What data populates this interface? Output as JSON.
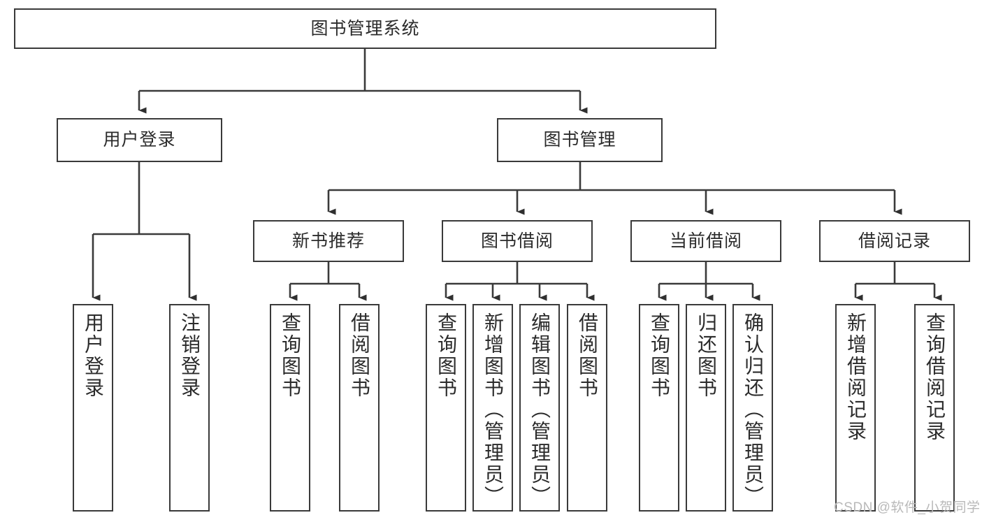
{
  "diagram": {
    "type": "tree-hierarchy-functional-decomposition",
    "root": {
      "id": "root",
      "label": "图书管理系统"
    },
    "level1": [
      {
        "id": "user-login",
        "label": "用户登录"
      },
      {
        "id": "book-manage",
        "label": "图书管理"
      }
    ],
    "level2": [
      {
        "id": "new-book-rec",
        "label": "新书推荐",
        "parent": "book-manage"
      },
      {
        "id": "book-borrow",
        "label": "图书借阅",
        "parent": "book-manage"
      },
      {
        "id": "current-borrow",
        "label": "当前借阅",
        "parent": "book-manage"
      },
      {
        "id": "borrow-record",
        "label": "借阅记录",
        "parent": "book-manage"
      }
    ],
    "leaves": [
      {
        "id": "leaf-user-login",
        "label": "用户登录",
        "parent": "user-login"
      },
      {
        "id": "leaf-logout",
        "label": "注销登录",
        "parent": "user-login"
      },
      {
        "id": "leaf-query-book-1",
        "label": "查询图书",
        "parent": "new-book-rec"
      },
      {
        "id": "leaf-borrow-book-1",
        "label": "借阅图书",
        "parent": "new-book-rec"
      },
      {
        "id": "leaf-query-book-2",
        "label": "查询图书",
        "parent": "book-borrow"
      },
      {
        "id": "leaf-add-book",
        "label": "新增图书（管理员）",
        "parent": "book-borrow"
      },
      {
        "id": "leaf-edit-book",
        "label": "编辑图书（管理员）",
        "parent": "book-borrow"
      },
      {
        "id": "leaf-borrow-book-2",
        "label": "借阅图书",
        "parent": "book-borrow"
      },
      {
        "id": "leaf-query-book-3",
        "label": "查询图书",
        "parent": "current-borrow"
      },
      {
        "id": "leaf-return-book",
        "label": "归还图书",
        "parent": "current-borrow"
      },
      {
        "id": "leaf-confirm-return",
        "label": "确认归还（管理员）",
        "parent": "current-borrow"
      },
      {
        "id": "leaf-add-record",
        "label": "新增借阅记录",
        "parent": "borrow-record"
      },
      {
        "id": "leaf-query-record",
        "label": "查询借阅记录",
        "parent": "borrow-record"
      }
    ]
  },
  "watermark": {
    "text": "CSDN @软件_小贺同学"
  },
  "colors": {
    "stroke": "#3a3a3a",
    "background": "#ffffff",
    "text": "#2b2b2b",
    "watermark": "#b9b9b9"
  }
}
